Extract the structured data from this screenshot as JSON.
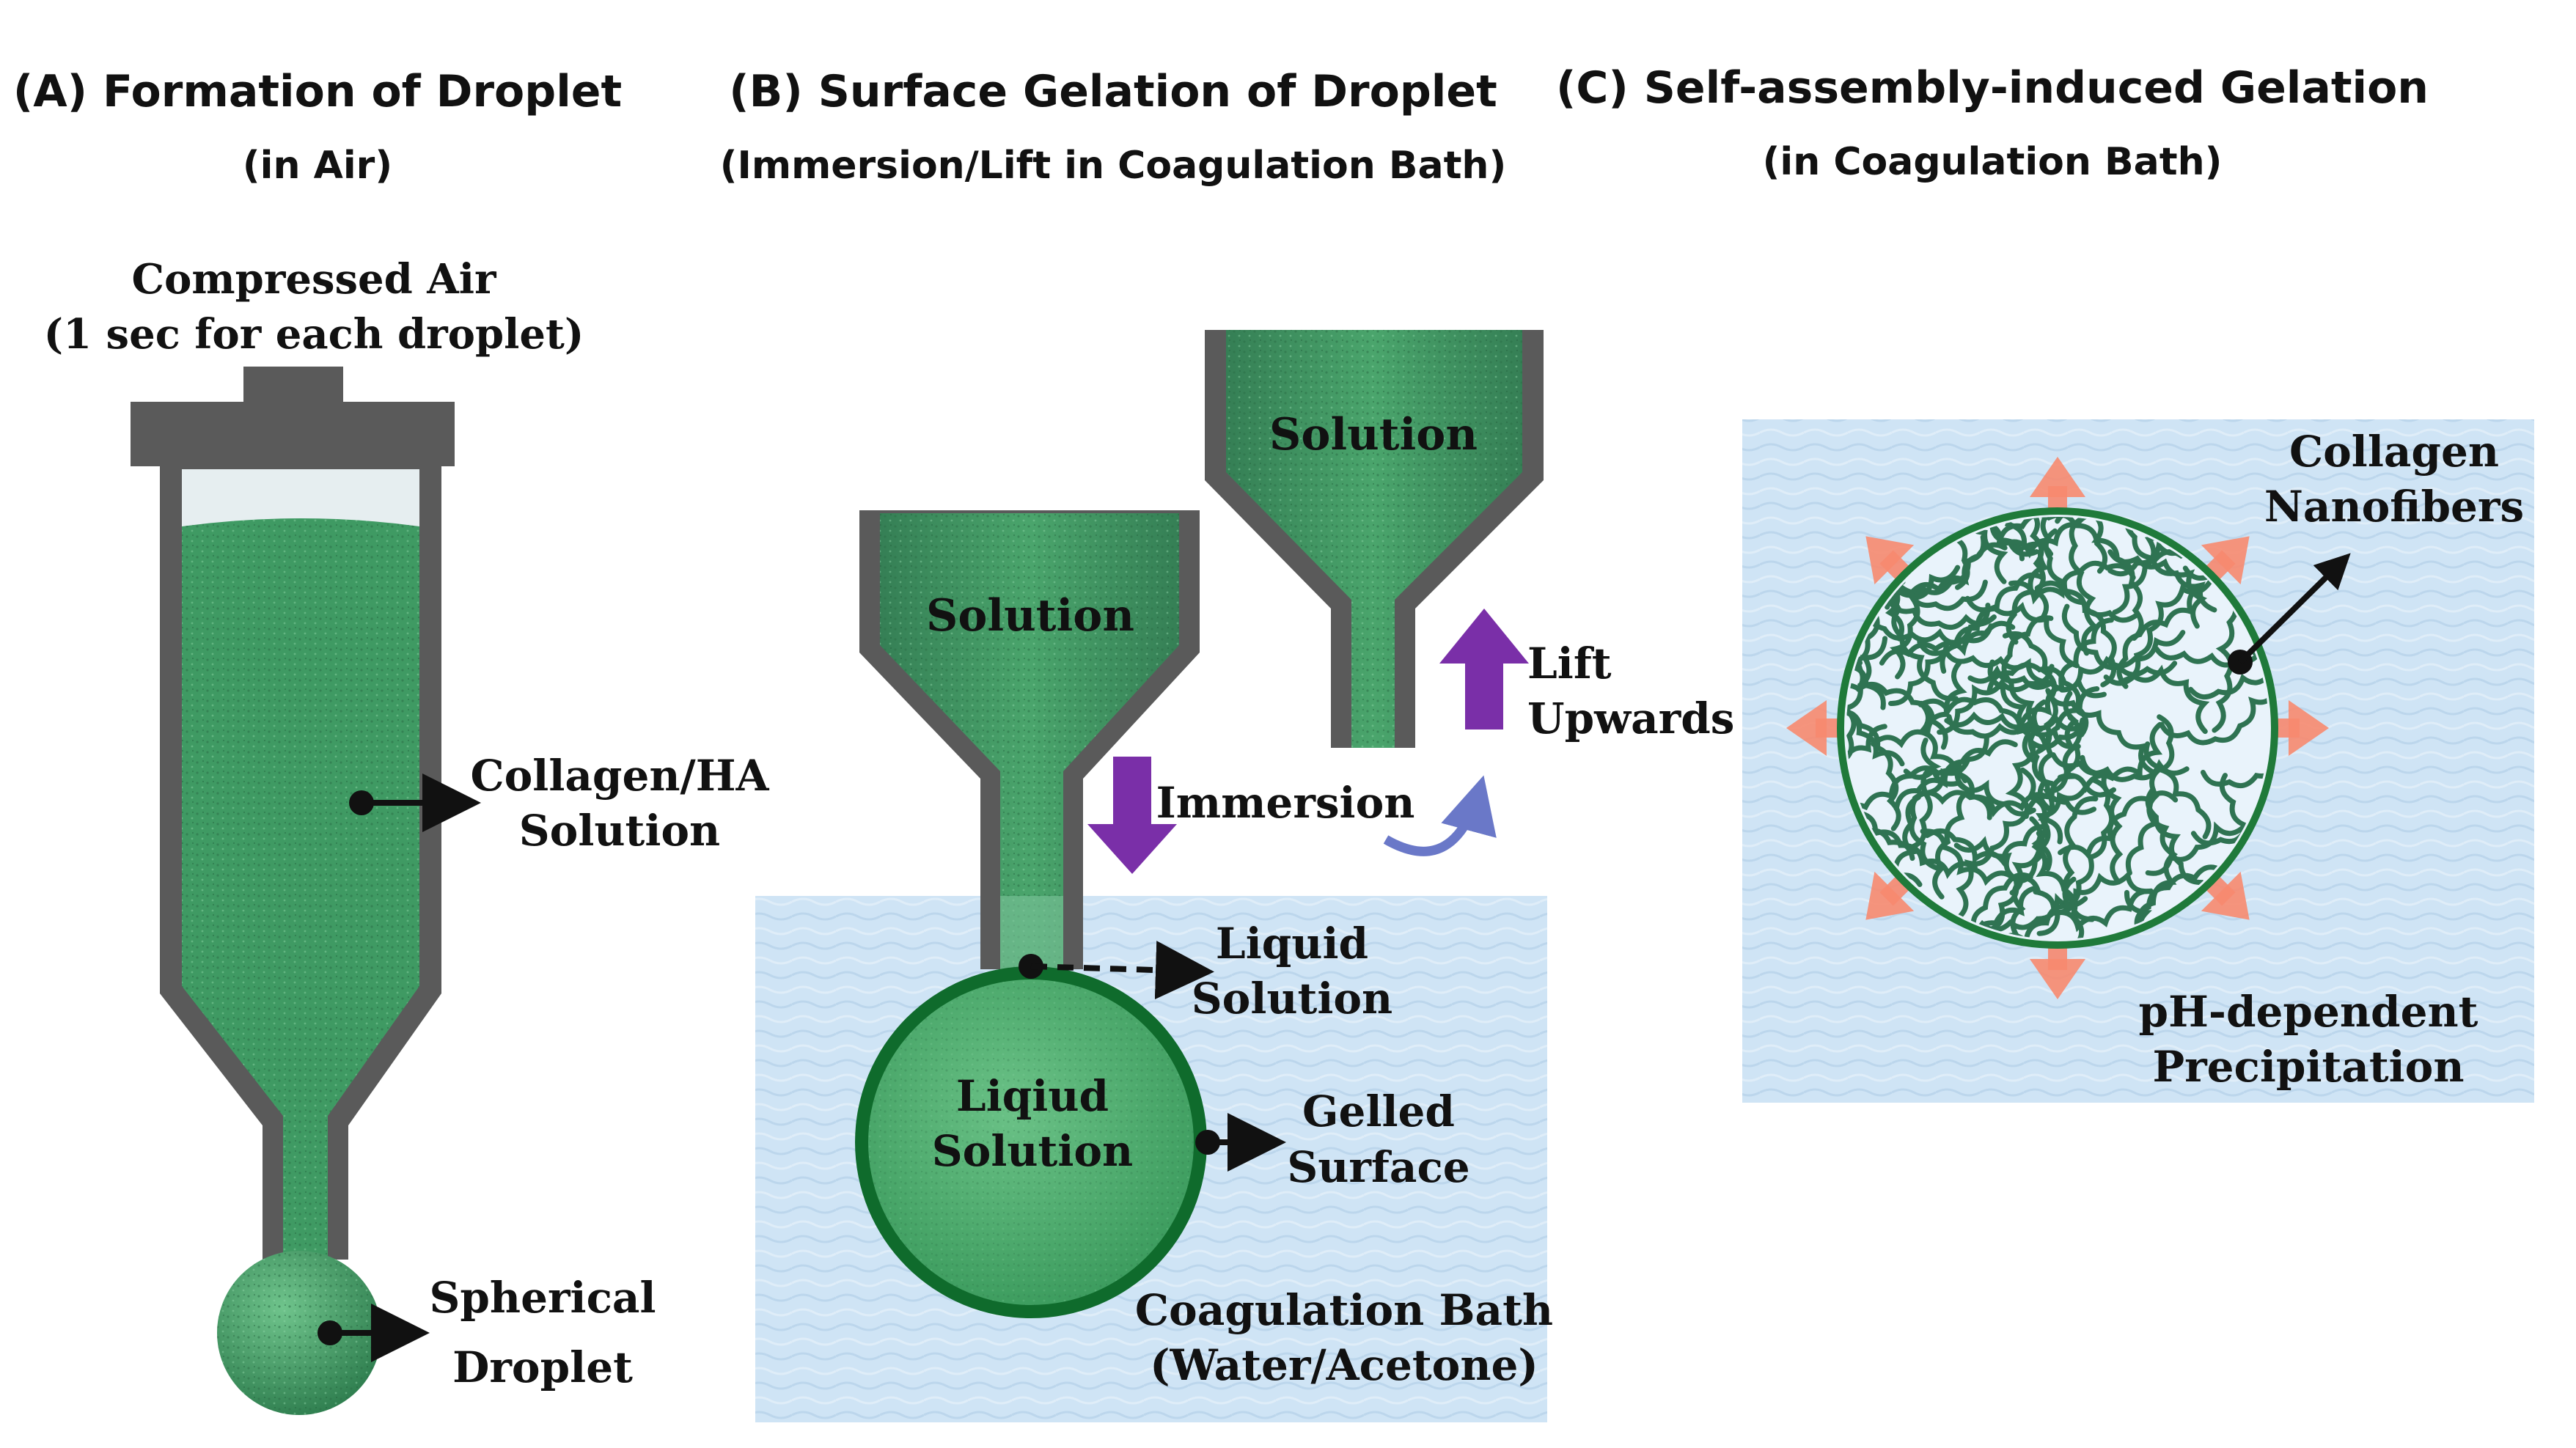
{
  "panels": {
    "a": {
      "title": "(A) Formation of Droplet",
      "subtitle": "(in Air)"
    },
    "b": {
      "title": "(B) Surface Gelation of Droplet",
      "subtitle": "(Immersion/Lift in Coagulation Bath)"
    },
    "c": {
      "title": "(C) Self-assembly-induced Gelation",
      "subtitle": "(in Coagulation Bath)"
    }
  },
  "labels": {
    "compressed_air_1": "Compressed Air",
    "compressed_air_2": "(1 sec for each droplet)",
    "collagen_ha_1": "Collagen/HA",
    "collagen_ha_2": "Solution",
    "spherical_1": "Spherical",
    "spherical_2": "Droplet",
    "solution_lower": "Solution",
    "solution_upper": "Solution",
    "immersion": "Immersion",
    "lift_1": "Lift",
    "lift_2": "Upwards",
    "liquid_solution_1": "Liquid",
    "liquid_solution_2": "Solution",
    "liqiud_1": "Liqiud",
    "liqiud_2": "Solution",
    "gelled_1": "Gelled",
    "gelled_2": "Surface",
    "bath_1": "Coagulation Bath",
    "bath_2": "(Water/Acetone)",
    "nanofibers_1": "Collagen",
    "nanofibers_2": "Nanofibers",
    "ph_1": "pH-dependent",
    "ph_2": "Precipitation"
  },
  "colors": {
    "solution_green": "#3f9a63",
    "gel_dark_green": "#0f6b2c",
    "syringe_gray": "#5a5a5a",
    "bath_blue": "#cfe4f5",
    "arrow_purple": "#7a2fa8",
    "precip_salmon": "#f7896f",
    "fiber_green": "#2f7352"
  }
}
